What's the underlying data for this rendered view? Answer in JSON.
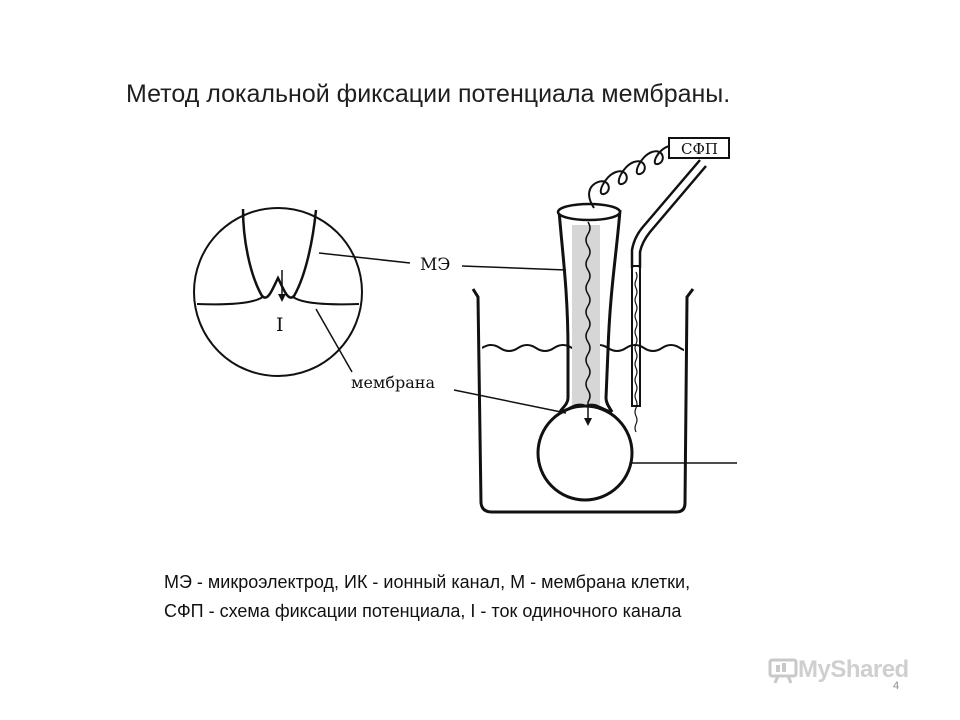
{
  "slide": {
    "title": "Метод локальной фиксации потенциала мембраны.",
    "page_number": "4"
  },
  "diagram": {
    "labels": {
      "electrode": "МЭ",
      "clamp_circuit": "СФП",
      "membrane": "мембрана",
      "current": "I"
    }
  },
  "caption": {
    "line1": "МЭ - микроэлектрод, ИК - ионный канал, М - мембрана клетки,",
    "line2": "СФП - схема фиксации потенциала, I - ток одиночного канала"
  },
  "watermark": {
    "text": "MyShared",
    "icon": "projector-icon"
  }
}
